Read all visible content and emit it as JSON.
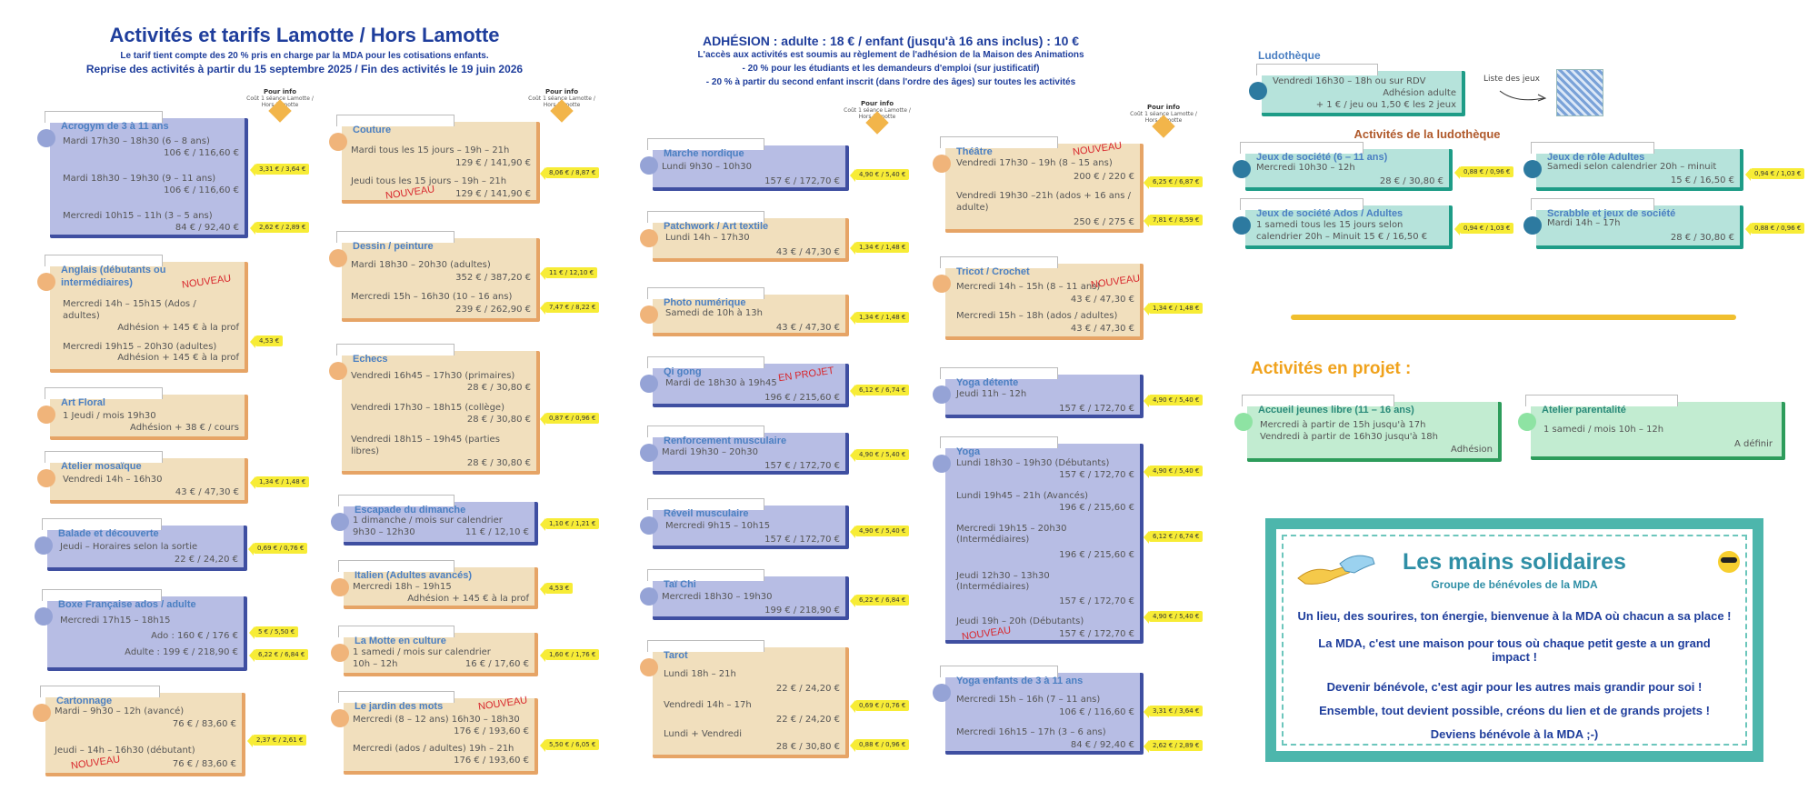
{
  "header_left": {
    "title": "Activités et tarifs Lamotte / Hors Lamotte",
    "line1": "Le tarif tient compte des 20 % pris en charge par la MDA pour les cotisations enfants.",
    "line2": "Reprise des activités à partir du 15 septembre 2025 / Fin des activités le 19 juin 2026"
  },
  "header_mid": {
    "title": "ADHÉSION : adulte : 18 € / enfant (jusqu'à 16 ans inclus) : 10 €",
    "line1": "L'accès aux activités est soumis au règlement de l'adhésion de la Maison des Animations",
    "line2": "- 20 % pour les étudiants et les demandeurs d'emploi (sur justificatif)",
    "line3": "- 20 % à partir du second enfant inscrit (dans l'ordre des âges) sur toutes les activités"
  },
  "info_label": {
    "title": "Pour info",
    "text": "Coût 1 séance Lamotte / Hors Lamotte"
  },
  "new_label": "NOUVEAU",
  "project_label": "EN PROJET",
  "col1": [
    {
      "title": "Acrogym de 3 à 11 ans",
      "lines": [
        "Mardi 17h30 – 18h30 (6 – 8 ans)",
        "106 € / 116,60 €",
        "Mardi 18h30 – 19h30 (9 – 11 ans)",
        "106 € / 116,60 €",
        "Mercredi 10h15 – 11h (3 – 5 ans)",
        "84 € / 92,40 €"
      ],
      "badges": [
        "3,31 € / 3,64 €",
        "2,62 € / 2,89 €"
      ]
    },
    {
      "title": "Anglais (débutants ou",
      "title2": "intermédiaires)",
      "lines": [
        "Mercredi 14h – 15h15 (Ados /",
        "adultes)",
        "Adhésion + 145 € à la prof",
        "Mercredi 19h15 – 20h30 (adultes)",
        "Adhésion + 145 € à la prof"
      ],
      "badges": [
        "4,53 €"
      ]
    },
    {
      "title": "Art Floral",
      "lines": [
        "1 Jeudi / mois 19h30",
        "Adhésion + 38 € / cours"
      ]
    },
    {
      "title": "Atelier mosaïque",
      "lines": [
        "Vendredi 14h – 16h30",
        "43 € / 47,30 €"
      ],
      "badges": [
        "1,34 € / 1,48 €"
      ]
    },
    {
      "title": "Balade et découverte",
      "lines": [
        "Jeudi – Horaires selon la sortie",
        "22 € / 24,20 €"
      ],
      "badges": [
        "0,69 € / 0,76 €"
      ]
    },
    {
      "title": "Boxe Française ados / adulte",
      "lines": [
        "Mercredi 17h15 – 18h15",
        "Ado : 160 € / 176 €",
        "Adulte : 199 € / 218,90 €"
      ],
      "badges": [
        "5 € / 5,50 €",
        "6,22 € / 6,84 €"
      ]
    },
    {
      "title": "Cartonnage",
      "lines": [
        "Mardi – 9h30 – 12h (avancé)",
        "76 € / 83,60 €",
        "Jeudi – 14h – 16h30 (débutant)",
        "76 € / 83,60 €"
      ],
      "badges": [
        "2,37 € / 2,61 €"
      ]
    }
  ],
  "col2": [
    {
      "title": "Couture",
      "lines": [
        "Mardi tous les 15 jours – 19h – 21h",
        "129 € / 141,90 €",
        "Jeudi tous les 15 jours – 19h – 21h",
        "129 € / 141,90 €"
      ],
      "badges": [
        "8,06 € / 8,87 €"
      ]
    },
    {
      "title": "Dessin / peinture",
      "lines": [
        "Mardi 18h30 – 20h30 (adultes)",
        "352 € / 387,20 €",
        "Mercredi 15h – 16h30 (10 – 16 ans)",
        "239 € / 262,90 €"
      ],
      "badges": [
        "11 € / 12,10 €",
        "7,47 € / 8,22 €"
      ]
    },
    {
      "title": "Echecs",
      "lines": [
        "Vendredi 16h45 – 17h30 (primaires)",
        "28 € / 30,80 €",
        "Vendredi 17h30 – 18h15 (collège)",
        "28 € / 30,80 €",
        "Vendredi 18h15 – 19h45 (parties",
        "libres)",
        "28 € / 30,80 €"
      ],
      "badges": [
        "0,87 € / 0,96 €"
      ]
    },
    {
      "title": "Escapade du dimanche",
      "lines": [
        "1 dimanche / mois sur calendrier",
        "9h30 – 12h30",
        "11 € / 12,10 €"
      ],
      "badges": [
        "1,10 € / 1,21 €"
      ]
    },
    {
      "title": "Italien (Adultes avancés)",
      "lines": [
        "Mercredi 18h – 19h15",
        "Adhésion + 145 € à la prof"
      ],
      "badges": [
        "4,53 €"
      ]
    },
    {
      "title": "La Motte en culture",
      "lines": [
        "1 samedi / mois sur calendrier",
        "10h – 12h",
        "16 € / 17,60 €"
      ],
      "badges": [
        "1,60 € / 1,76 €"
      ]
    },
    {
      "title": "Le jardin des mots",
      "lines": [
        "Mercredi (8 – 12 ans) 16h30 – 18h30",
        "176 € / 193,60 €",
        "Mercredi (ados / adultes) 19h – 21h",
        "176 € / 193,60 €"
      ],
      "badges": [
        "5,50 € / 6,05 €"
      ]
    }
  ],
  "col3": [
    {
      "title": "Marche nordique",
      "lines": [
        "Lundi 9h30 – 10h30",
        "157 € / 172,70 €"
      ],
      "badges": [
        "4,90 € / 5,40 €"
      ]
    },
    {
      "title": "Patchwork / Art textile",
      "lines": [
        "Lundi 14h – 17h30",
        "43 € / 47,30 €"
      ],
      "badges": [
        "1,34 € / 1,48 €"
      ]
    },
    {
      "title": "Photo numérique",
      "lines": [
        "Samedi de 10h à 13h",
        "43 € / 47,30 €"
      ],
      "badges": [
        "1,34 € / 1,48 €"
      ]
    },
    {
      "title": "Qi gong",
      "lines": [
        "Mardi de 18h30 à 19h45",
        "196 € / 215,60 €"
      ],
      "badges": [
        "6,12 € / 6,74 €"
      ]
    },
    {
      "title": "Renforcement musculaire",
      "lines": [
        "Mardi 19h30 – 20h30",
        "157 € / 172,70 €"
      ],
      "badges": [
        "4,90 € / 5,40 €"
      ]
    },
    {
      "title": "Réveil musculaire",
      "lines": [
        "Mercredi 9h15 – 10h15",
        "157 € / 172,70 €"
      ],
      "badges": [
        "4,90 € / 5,40 €"
      ]
    },
    {
      "title": "Taï Chi",
      "lines": [
        "Mercredi 18h30 – 19h30",
        "199 € / 218,90 €"
      ],
      "badges": [
        "6,22 € / 6,84 €"
      ]
    },
    {
      "title": "Tarot",
      "lines": [
        "Lundi 18h – 21h",
        "22 € / 24,20 €",
        "Vendredi 14h – 17h",
        "22 € / 24,20 €",
        "Lundi + Vendredi",
        "28 € / 30,80 €"
      ],
      "badges": [
        "0,69 € / 0,76 €",
        "0,88 € / 0,96 €"
      ]
    }
  ],
  "col4": [
    {
      "title": "Théâtre",
      "lines": [
        "Vendredi 17h30 – 19h (8 – 15 ans)",
        "200 € / 220 €",
        "Vendredi 19h30 –21h (ados + 16 ans /",
        "adulte)",
        "250 € / 275 €"
      ],
      "badges": [
        "6,25 € / 6,87 €",
        "7,81 € / 8,59 €"
      ]
    },
    {
      "title": "Tricot / Crochet",
      "lines": [
        "Mercredi 14h – 15h (8 – 11 ans)",
        "43 € / 47,30 €",
        "Mercredi 15h – 18h (ados / adultes)",
        "43 € / 47,30 €"
      ],
      "badges": [
        "1,34 € / 1,48 €"
      ]
    },
    {
      "title": "Yoga détente",
      "lines": [
        "Jeudi 11h – 12h",
        "157 € / 172,70 €"
      ],
      "badges": [
        "4,90 € / 5,40 €"
      ]
    },
    {
      "title": "Yoga",
      "lines": [
        "Lundi 18h30 – 19h30 (Débutants)",
        "157 € / 172,70 €",
        "Lundi 19h45 – 21h (Avancés)",
        "196 € / 215,60 €",
        "Mercredi 19h15 – 20h30",
        "(Intermédiaires)",
        "196 € / 215,60 €",
        "Jeudi 12h30 – 13h30",
        "(Intermédiaires)",
        "157 € / 172,70 €",
        "Jeudi 19h – 20h (Débutants)",
        "157 € / 172,70 €"
      ],
      "badges": [
        "4,90 € / 5,40 €",
        "6,12 € / 6,74 €",
        "4,90 € / 5,40 €"
      ]
    },
    {
      "title": "Yoga enfants de 3 à 11 ans",
      "lines": [
        "Mercredi 15h – 16h (7 – 11 ans)",
        "106 € / 116,60 €",
        "Mercredi 16h15 – 17h (3 – 6 ans)",
        "84 € / 92,40 €"
      ],
      "badges": [
        "3,31 € / 3,64 €",
        "2,62 € / 2,89 €"
      ]
    }
  ],
  "ludo": {
    "heading": "Ludothèque",
    "lines": [
      "Vendredi 16h30 – 18h ou sur RDV",
      "Adhésion adulte",
      "+ 1 € / jeu ou 1,50 € les 2 jeux"
    ],
    "games_label": "Liste des jeux",
    "activities_heading": "Activités de la ludothèque",
    "cards": [
      {
        "title": "Jeux de société (6 – 11 ans)",
        "lines": [
          "Mercredi 10h30 – 12h",
          "28 € / 30,80 €"
        ],
        "badge": "0,88 € / 0,96 €"
      },
      {
        "title": "Jeux de rôle Adultes",
        "lines": [
          "Samedi selon calendrier 20h – minuit",
          "15 € / 16,50 €"
        ],
        "badge": "0,94 € / 1,03 €"
      },
      {
        "title": "Jeux de société Ados / Adultes",
        "lines": [
          "1 samedi tous les 15 jours selon",
          "calendrier 20h – Minuit 15 € / 16,50 €"
        ],
        "badge": "0,94 € / 1,03 €"
      },
      {
        "title": "Scrabble et jeux de société",
        "lines": [
          "Mardi 14h – 17h",
          "28 € / 30,80 €"
        ],
        "badge": "0,88 € / 0,96 €"
      }
    ]
  },
  "projects": {
    "heading": "Activités en projet :",
    "cards": [
      {
        "title": "Accueil jeunes libre (11 – 16 ans)",
        "lines": [
          "Mercredi à partir de 15h jusqu'à 17h",
          "Vendredi à partir de 16h30 jusqu'à 18h",
          "Adhésion"
        ]
      },
      {
        "title": "Atelier parentalité",
        "lines": [
          "1 samedi / mois 10h – 12h",
          "A définir"
        ]
      }
    ]
  },
  "solidaires": {
    "title": "Les mains solidaires",
    "subtitle": "Groupe de bénévoles de la MDA",
    "paras": [
      "Un lieu, des sourires, ton énergie, bienvenue à la MDA où chacun a sa place !",
      "La MDA, c'est une maison pour tous où chaque petit geste a un grand impact !",
      "Devenir bénévole, c'est agir pour les autres mais grandir pour soi !",
      "Ensemble, tout devient possible, créons du lien et de grands projets !",
      "Deviens bénévole à la MDA ;-)"
    ]
  },
  "colors": {
    "title": "#1f3e9c",
    "card_title": "#4a7fc2",
    "new": "#d8262c",
    "badge": "#f7ec36",
    "orange_title": "#f0a21c"
  }
}
